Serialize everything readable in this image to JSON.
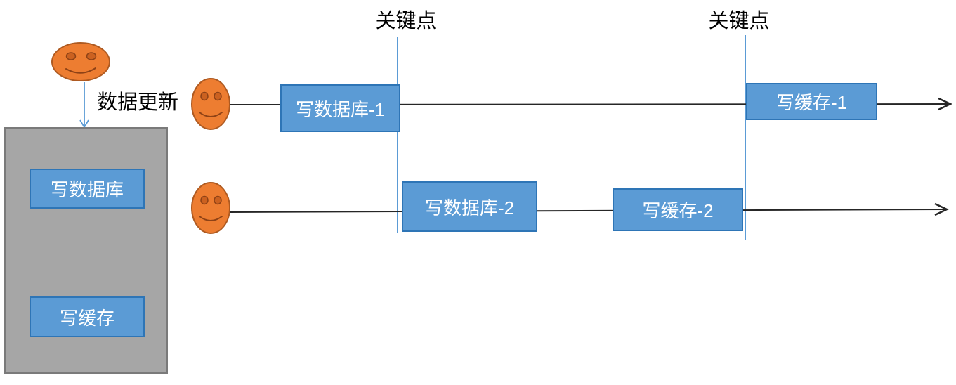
{
  "diagram": {
    "title_semantics": "cache-db-write-order-diagram",
    "key_points": [
      {
        "label": "关键点"
      },
      {
        "label": "关键点"
      }
    ],
    "actor_update": {
      "label": "数据更新"
    },
    "system_box": {
      "items": [
        {
          "label": "写数据库"
        },
        {
          "label": "写缓存"
        }
      ]
    },
    "timelines": [
      {
        "steps": [
          {
            "label": "写数据库-1"
          },
          {
            "label": "写缓存-1"
          }
        ]
      },
      {
        "steps": [
          {
            "label": "写数据库-2"
          },
          {
            "label": "写缓存-2"
          }
        ]
      }
    ],
    "colors": {
      "box_fill": "#5B9BD5",
      "box_border": "#2E75B6",
      "panel_fill": "#A6A6A6",
      "panel_border": "#7A7A7A",
      "face_fill": "#ED7D31",
      "face_stroke": "#AE5A21",
      "key_line": "#5B9BD5",
      "timeline_line": "#262626",
      "label_text": "#000000",
      "box_text": "#FFFFFF"
    }
  }
}
